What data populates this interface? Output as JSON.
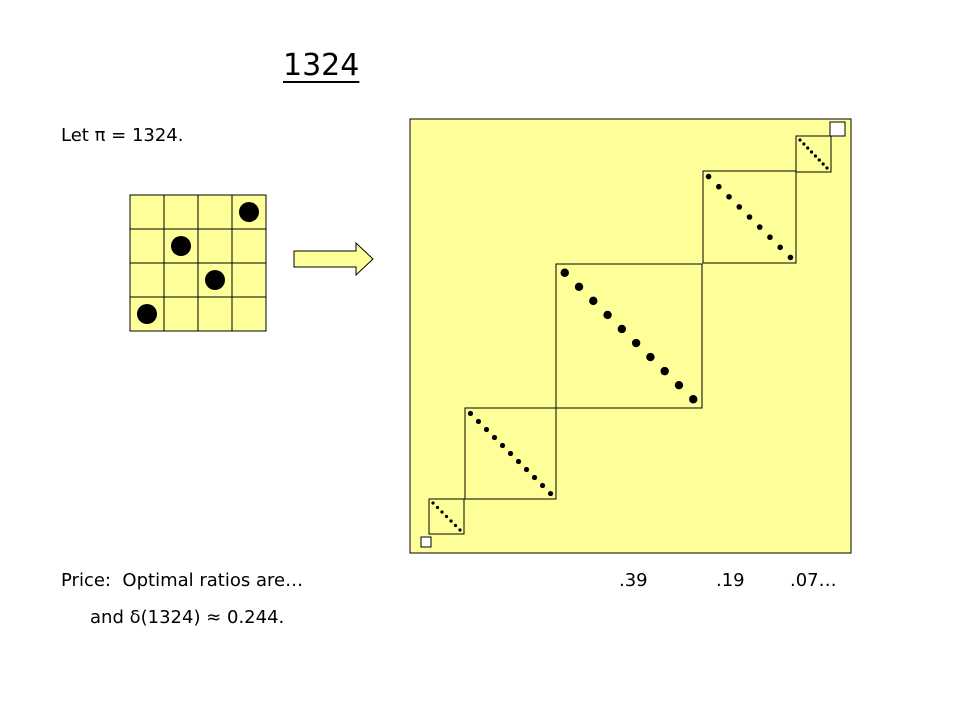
{
  "title": "1324",
  "let_line": {
    "prefix": "Let ",
    "symbol": "π",
    "suffix": " = 1324."
  },
  "price_line": {
    "label": "Price:  Optimal ratios are…",
    "ratios": [
      ".39",
      ".19",
      ".07…"
    ]
  },
  "delta_line": {
    "prefix": "and ",
    "symbol": "δ",
    "suffix": "(1324) ≈ 0.244."
  },
  "colors": {
    "cell_fill": "#ffff99",
    "box_fill": "#ffff99",
    "stroke": "#000000",
    "dot": "#000000"
  },
  "permutation": [
    1,
    3,
    2,
    4
  ]
}
